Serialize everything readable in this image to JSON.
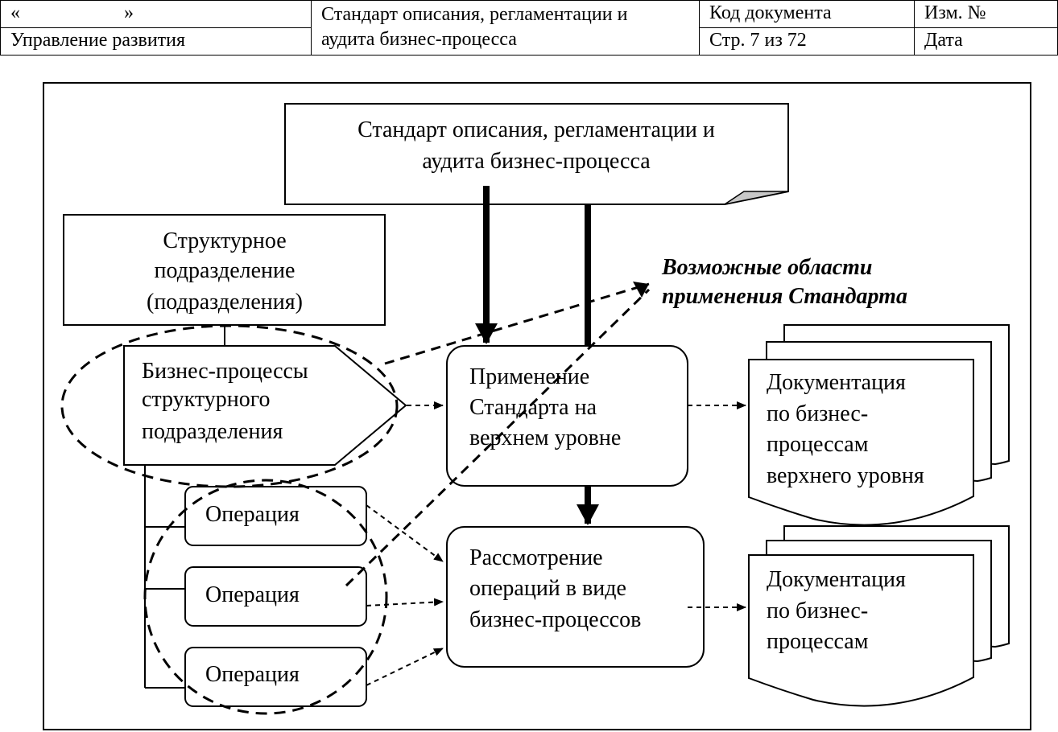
{
  "header": {
    "quote_open": "«",
    "quote_close": "»",
    "department": "Управление развития",
    "standard_title_line1": "Стандарт описания, регламентации и",
    "standard_title_line2": "аудита бизнес-процесса",
    "doc_code_label": "Код документа",
    "page_label": "Стр. 7 из 72",
    "revision_label": "Изм. №",
    "date_label": "Дата"
  },
  "diagram": {
    "standard_box": [
      "Стандарт описания, регламентации и",
      "аудита бизнес-процесса"
    ],
    "unit_box": [
      "Структурное",
      "подразделение",
      "(подразделения)"
    ],
    "unit_processes": [
      "Бизнес-процессы",
      "структурного",
      "подразделения"
    ],
    "operations": [
      "Операция",
      "Операция",
      "Операция"
    ],
    "top_level_box": [
      "Применение",
      "Стандарта на",
      "верхнем уровне"
    ],
    "operations_box": [
      "Рассмотрение",
      "операций в виде",
      "бизнес-процессов"
    ],
    "doc_top_level": [
      "Документация",
      "по бизнес-",
      "процессам",
      "верхнего уровня"
    ],
    "doc_processes": [
      "Документация",
      "по бизнес-",
      "процессам"
    ],
    "note": [
      "Возможные области",
      "применения Стандарта"
    ]
  }
}
